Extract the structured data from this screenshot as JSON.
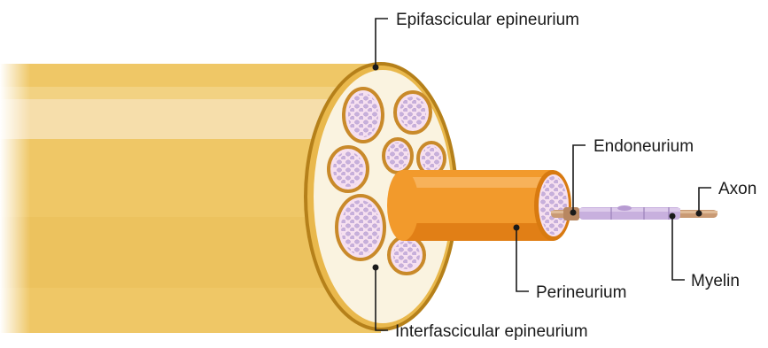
{
  "labels": {
    "epifascicular": "Epifascicular epineurium",
    "endoneurium": "Endoneurium",
    "axon": "Axon",
    "perineurium": "Perineurium",
    "myelin": "Myelin",
    "interfascicular": "Interfascicular epineurium"
  },
  "colors": {
    "nerve_body": "#efc766",
    "nerve_highlight": "#f6deab",
    "epineurium_rim": "#b5801a",
    "cross_section": "#faf3e0",
    "fascicle_rim": "#c98a2a",
    "fascicle_fill": "#f6e0f0",
    "axon_dot": "#c7b0dc",
    "perineurium_body": "#f29a2c",
    "perineurium_dark": "#e17f16",
    "axon_color": "#c99a74",
    "myelin_color": "#c8b0de"
  },
  "icons": {
    "structure": "peripheral-nerve-cross-section"
  }
}
